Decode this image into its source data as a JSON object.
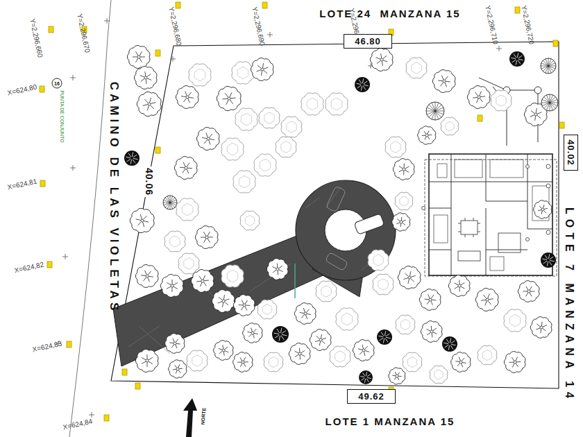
{
  "diagram": {
    "nodes": [
      {
        "text": [
          "46.80"
        ]
      },
      {
        "text": [
          "40.02"
        ]
      },
      {
        "text": [
          "49.62"
        ]
      }
    ],
    "labels": [
      "LOTE 24  MANZANA 15",
      "LOTE 7 MANZANA 14",
      "LOTE 1 MANZANA 15",
      "CAMINO DE LAS VIOLETAS",
      "40.06",
      "Y=2,296,660",
      "Y=2,296,670",
      "Y=2,296,680",
      "Y=2,296,690",
      "Y=2,296,700",
      "Y=2,296,710",
      "Y=2,296,720",
      "X=624,80",
      "X=624,81",
      "X=624,82",
      "X=624,83",
      "X=624,84",
      "16",
      "PUNTA DE CONJUNTO",
      "NORTE"
    ]
  }
}
